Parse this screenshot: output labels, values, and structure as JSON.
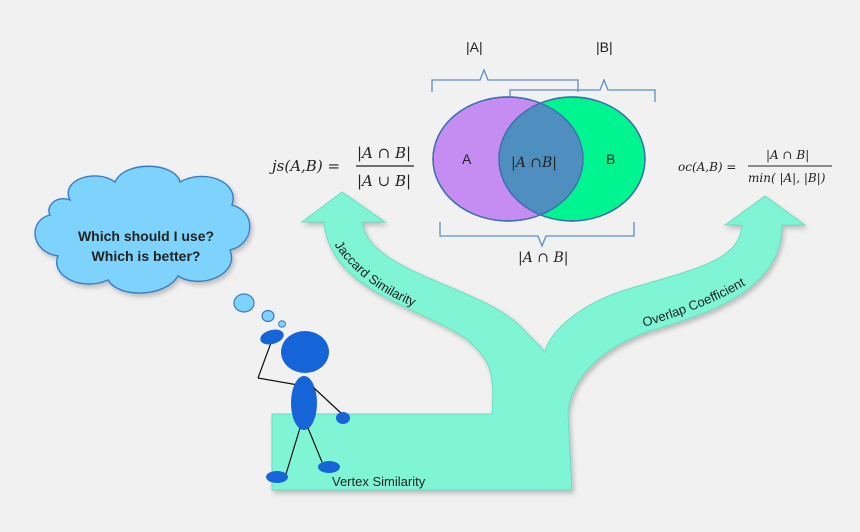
{
  "venn": {
    "label_a_size": "|A|",
    "label_b_size": "|B|",
    "set_a": "A",
    "set_b": "B",
    "intersection": "|A ∩B|",
    "bottom_label": "|A  ∩  B|",
    "color_a": "#c58cf2",
    "color_b": "#00f590",
    "color_overlap": "#4f8fbf"
  },
  "formulas": {
    "jaccard_lhs": "js(A,B) =",
    "jaccard_num": "|A  ∩ B|",
    "jaccard_den": "|A  ∪ B|",
    "overlap_lhs": "oc(A,B) =",
    "overlap_num": "|A  ∩ B|",
    "overlap_den": "min( |A|, |B|)"
  },
  "thought": {
    "line1": "Which should I use?",
    "line2": "Which is better?",
    "cloud_color": "#7dd3fb"
  },
  "arrow": {
    "left_label": "Jaccard Similarity",
    "right_label": "Overlap Coefficient",
    "base_label": "Vertex Similarity",
    "color": "#7ff5d6"
  },
  "figure": {
    "color": "#1565d8"
  }
}
